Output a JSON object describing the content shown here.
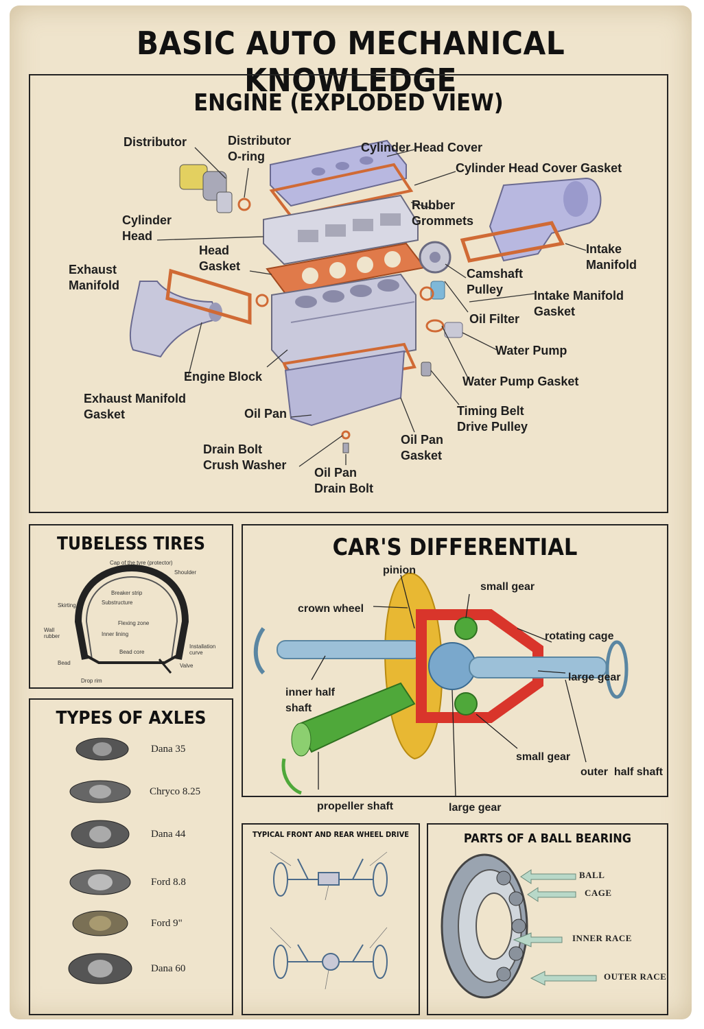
{
  "title": "BASIC AUTO MECHANICAL KNOWLEDGE",
  "engine": {
    "title": "ENGINE (EXPLODED VIEW)",
    "labels": {
      "distributor": "Distributor",
      "distributor_oring": "Distributor\nO-ring",
      "cylinder_head_cover": "Cylinder Head Cover",
      "cylinder_head_cover_gasket": "Cylinder Head Cover Gasket",
      "cylinder_head": "Cylinder\nHead",
      "rubber_grommets": "Rubber\nGrommets",
      "head_gasket": "Head\nGasket",
      "intake_manifold": "Intake\nManifold",
      "exhaust_manifold": "Exhaust\nManifold",
      "camshaft_pulley": "Camshaft\nPulley",
      "intake_manifold_gasket": "Intake Manifold\nGasket",
      "oil_filter": "Oil Filter",
      "water_pump": "Water Pump",
      "engine_block": "Engine Block",
      "water_pump_gasket": "Water Pump Gasket",
      "exhaust_manifold_gasket": "Exhaust Manifold\nGasket",
      "oil_pan": "Oil Pan",
      "timing_belt_drive_pulley": "Timing Belt\nDrive Pulley",
      "oil_pan_gasket": "Oil Pan\nGasket",
      "drain_bolt_crush_washer": "Drain Bolt\nCrush Washer",
      "oil_pan_drain_bolt": "Oil Pan\nDrain Bolt"
    }
  },
  "tires": {
    "title": "TUBELESS TIRES",
    "labels": {
      "cap": "Cap of the tyre (protector)",
      "shoulder": "Shoulder",
      "breaker": "Breaker strip",
      "substructure": "Substructure",
      "skirting": "Skirting",
      "flexing": "Flexing zone",
      "wall_rubber": "Wall\nrubber",
      "inner_lining": "Inner lining",
      "bead_core": "Bead core",
      "installation_curve": "Installation\ncurve",
      "bead": "Bead",
      "valve": "Valve",
      "drop_rim": "Drop rim"
    }
  },
  "axles": {
    "title": "TYPES OF AXLES",
    "items": [
      "Dana 35",
      "Chryco 8.25",
      "Dana 44",
      "Ford 8.8",
      "Ford 9\"",
      "Dana 60"
    ]
  },
  "differential": {
    "title": "CAR'S DIFFERENTIAL",
    "labels": {
      "pinion": "pinion",
      "small_gear_top": "small gear",
      "crown_wheel": "crown wheel",
      "rotating_cage": "rotating cage",
      "large_gear_right": "large gear",
      "inner_half_shaft": "inner half\nshaft",
      "small_gear_bottom": "small gear",
      "outer_half_shaft": "outer  half shaft",
      "propeller_shaft": "propeller shaft",
      "large_gear_bottom": "large gear"
    }
  },
  "wheel_drive": {
    "title": "TYPICAL FRONT AND REAR WHEEL DRIVE"
  },
  "bearing": {
    "title": "PARTS OF A BALL BEARING",
    "labels": {
      "ball": "BALL",
      "cage": "CAGE",
      "inner_race": "INNER RACE",
      "outer_race": "OUTER RACE"
    }
  },
  "colors": {
    "paper": "#efe4cc",
    "ink": "#1e1e1e",
    "engine_metal": "#b8b8d8",
    "gasket": "#e07a4a",
    "crown": "#e8b833",
    "cage": "#d9352b",
    "shaft": "#9cc0d8",
    "pinion": "#4fa83a"
  }
}
